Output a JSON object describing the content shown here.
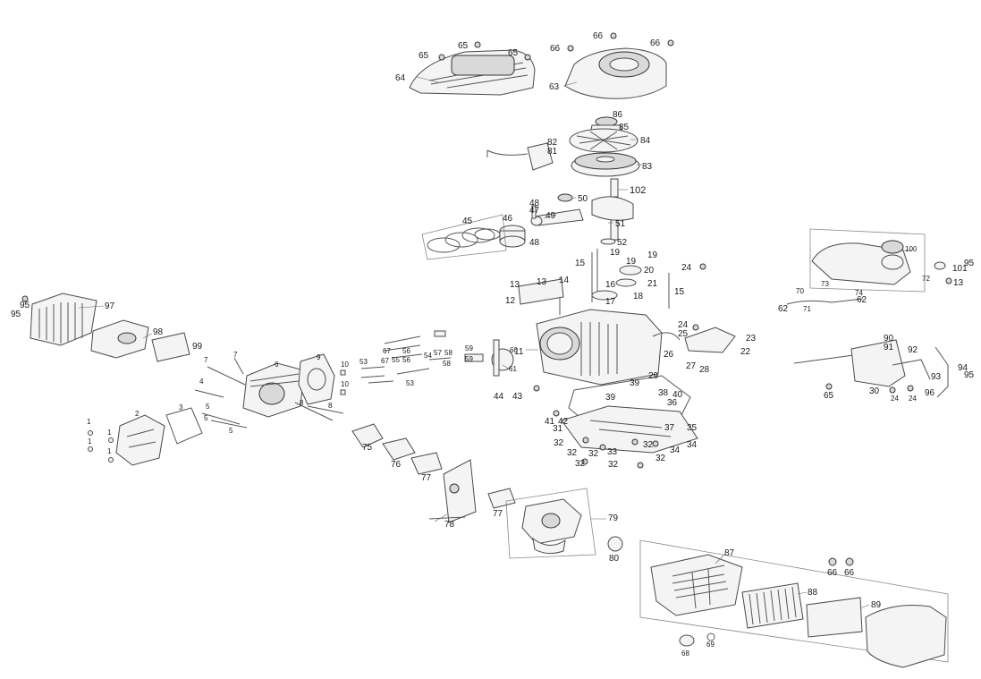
{
  "diagram": {
    "type": "exploded-parts-diagram",
    "labels": [
      "65",
      "65",
      "65",
      "66",
      "66",
      "66",
      "64",
      "63",
      "86",
      "85",
      "84",
      "82",
      "81",
      "83",
      "48",
      "47",
      "46",
      "45",
      "50",
      "102",
      "49",
      "51",
      "48",
      "52",
      "19",
      "19",
      "19",
      "15",
      "20",
      "24",
      "13",
      "13",
      "14",
      "16",
      "21",
      "12",
      "17",
      "18",
      "15",
      "100",
      "101",
      "95",
      "72",
      "13",
      "73",
      "74",
      "70",
      "62",
      "62",
      "71",
      "95",
      "95",
      "97",
      "98",
      "99",
      "24",
      "25",
      "23",
      "11",
      "60",
      "61",
      "22",
      "59",
      "59",
      "58",
      "58",
      "57",
      "54",
      "56",
      "55",
      "56",
      "67",
      "67",
      "53",
      "53",
      "9",
      "10",
      "10",
      "6",
      "7",
      "7",
      "4",
      "5",
      "5",
      "5",
      "8",
      "8",
      "3",
      "2",
      "1",
      "1",
      "1",
      "1",
      "26",
      "27",
      "28",
      "29",
      "39",
      "39",
      "38",
      "40",
      "36",
      "44",
      "43",
      "41",
      "42",
      "31",
      "37",
      "35",
      "34",
      "34",
      "33",
      "32",
      "32",
      "32",
      "32",
      "32",
      "32",
      "32",
      "90",
      "91",
      "92",
      "93",
      "94",
      "95",
      "65",
      "30",
      "24",
      "24",
      "96",
      "75",
      "76",
      "77",
      "78",
      "77",
      "79",
      "80",
      "87",
      "66",
      "66",
      "88",
      "89",
      "68",
      "69"
    ]
  }
}
